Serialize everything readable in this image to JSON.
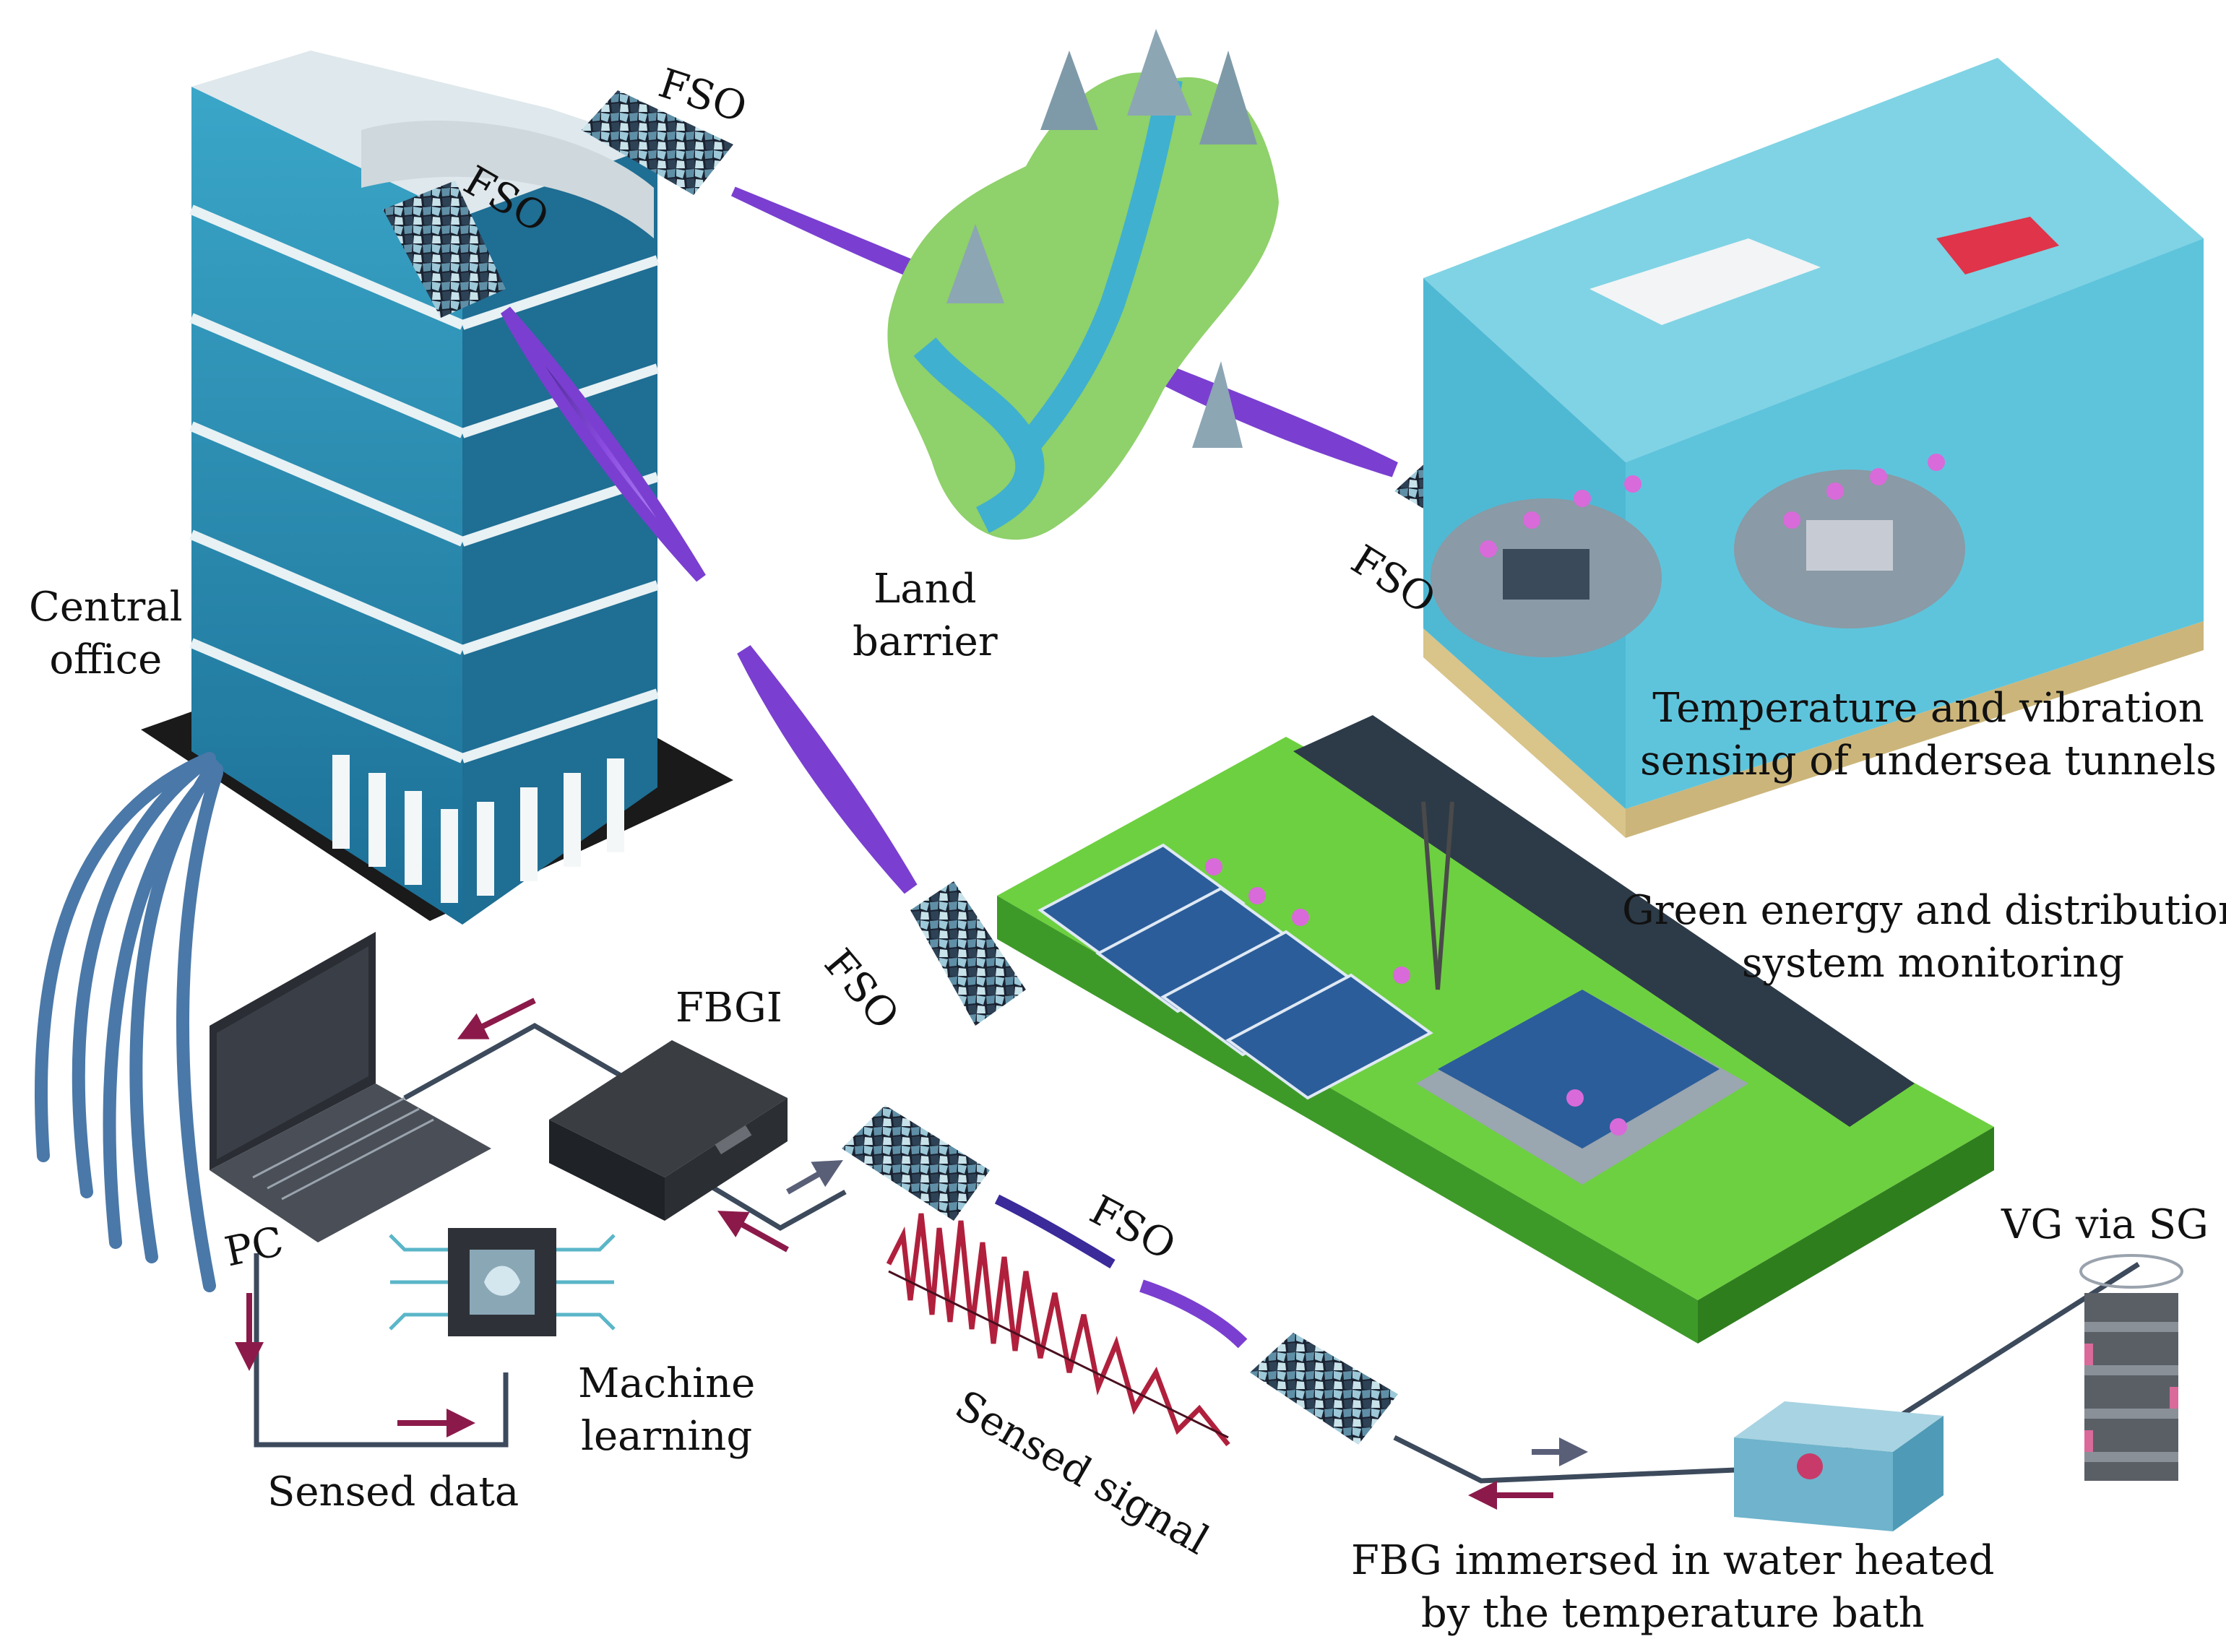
{
  "labels": {
    "fso_top": "FSO",
    "fso_building": "FSO",
    "fso_tunnel": "FSO",
    "fso_energy": "FSO",
    "fso_mid": "FSO",
    "land_barrier_1": "Land",
    "land_barrier_2": "barrier",
    "central_office_1": "Central",
    "central_office_2": "office",
    "undersea_1": "Temperature and vibration",
    "undersea_2": "sensing of undersea tunnels",
    "green_1": "Green energy and distribution",
    "green_2": "system monitoring",
    "fbgi": "FBGI",
    "pc": "PC",
    "ml_1": "Machine",
    "ml_2": "learning",
    "sensed_data": "Sensed data",
    "sensed_signal": "Sensed signal",
    "vg": "VG via SG",
    "fbg_1": "FBG immersed in water heated",
    "fbg_2": "by the temperature bath"
  },
  "colors": {
    "arrow": "#8b1a4a",
    "fiber": "#3c4a5c",
    "beam": "#7a3fd0",
    "water": "#6cc7dd",
    "grass": "#5fbf3a",
    "building": "#2a8db0",
    "signal": "#b0203c"
  },
  "icons": [
    "building-icon",
    "fso-terminal-icon",
    "laser-beam-icon",
    "mountain-river-icon",
    "undersea-tunnel-icon",
    "solar-farm-icon",
    "laptop-icon",
    "interrogator-icon",
    "chip-icon",
    "signal-waveform-icon",
    "water-bath-icon",
    "vibration-generator-icon"
  ]
}
